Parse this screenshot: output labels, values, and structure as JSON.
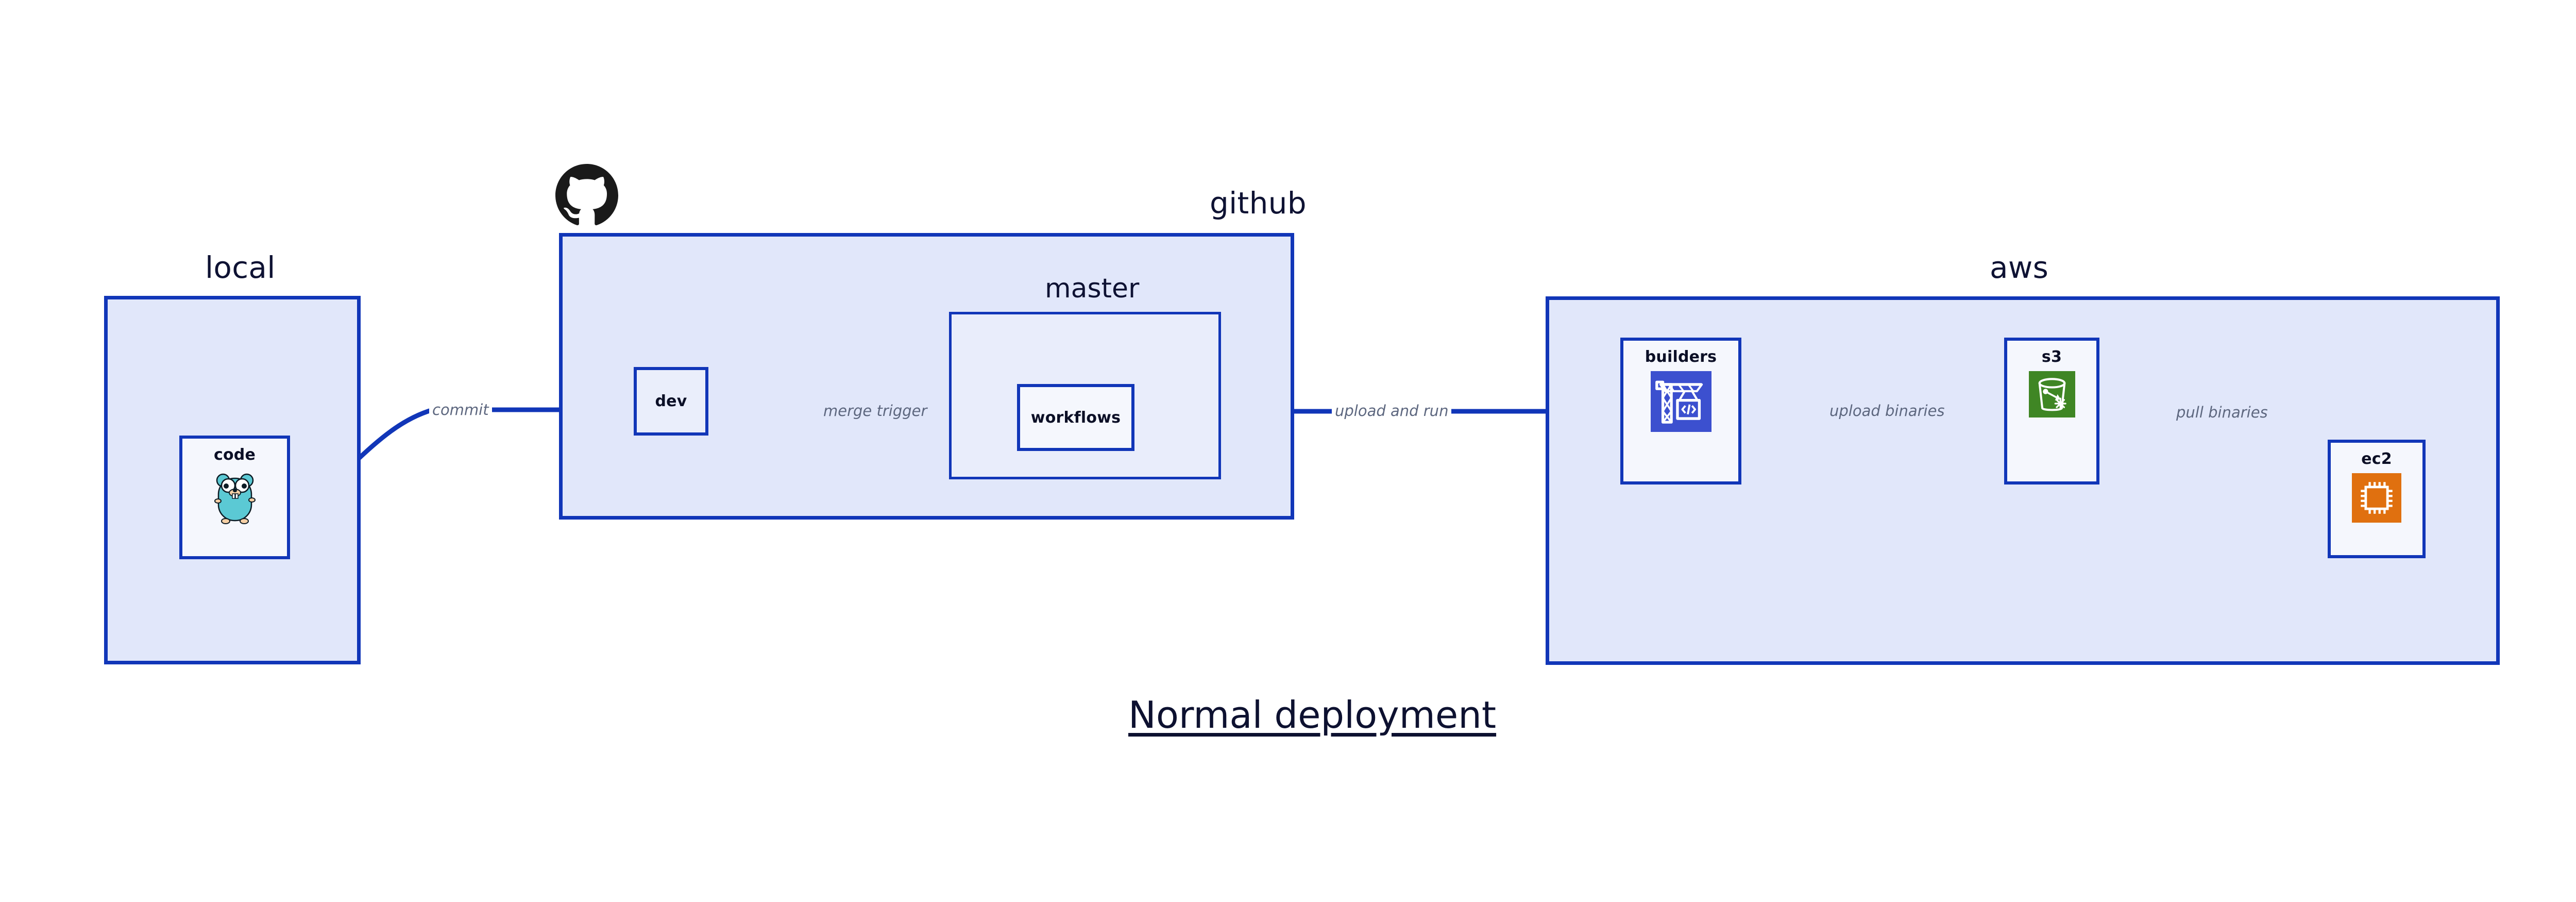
{
  "diagram": {
    "caption": "Normal deployment",
    "accent_border": "#1136b8",
    "group_fill": "#e1e7fa",
    "subgroup_fill": "#e9edfb",
    "node_fill": "#eaeefb",
    "label_color": "#5d677f",
    "title_color": "#0b0f26"
  },
  "groups": {
    "local": {
      "label": "local"
    },
    "github": {
      "label": "github",
      "logo_icon": "github-logo-icon"
    },
    "master": {
      "label": "master"
    },
    "aws": {
      "label": "aws"
    }
  },
  "nodes": {
    "code": {
      "label": "code",
      "icon": "go-gopher-icon"
    },
    "dev": {
      "label": "dev",
      "icon": ""
    },
    "workflows": {
      "label": "workflows",
      "icon": ""
    },
    "builders": {
      "label": "builders",
      "icon": "crane-code-icon",
      "icon_color": "#3c50cf"
    },
    "s3": {
      "label": "s3",
      "icon": "s3-bucket-icon",
      "icon_color": "#3f8624"
    },
    "ec2": {
      "label": "ec2",
      "icon": "cpu-chip-icon",
      "icon_color": "#e0700f"
    }
  },
  "edges": [
    {
      "id": "commit",
      "label": "commit",
      "from": "code",
      "to": "dev"
    },
    {
      "id": "merge-trigger",
      "label": "merge trigger",
      "from": "dev",
      "to": "workflows"
    },
    {
      "id": "upload-and-run",
      "label": "upload and run",
      "from": "workflows",
      "to": "builders"
    },
    {
      "id": "upload-binaries",
      "label": "upload binaries",
      "from": "builders",
      "to": "s3"
    },
    {
      "id": "pull-binaries",
      "label": "pull binaries",
      "from": "s3",
      "to": "ec2"
    }
  ]
}
